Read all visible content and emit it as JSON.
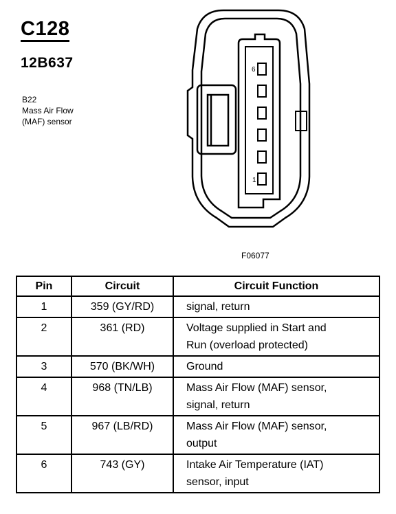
{
  "header": {
    "connector_id": "C128",
    "part_number": "12B637",
    "description_lines": [
      "B22",
      "Mass Air Flow",
      "(MAF) sensor"
    ]
  },
  "diagram": {
    "pin_number_top": "6",
    "pin_number_bottom": "1",
    "figure_id": "F06077"
  },
  "table": {
    "headers": {
      "pin": "Pin",
      "circuit": "Circuit",
      "function": "Circuit Function"
    },
    "rows": [
      {
        "pin": "1",
        "circuit": "359 (GY/RD)",
        "function_lines": [
          "signal, return"
        ]
      },
      {
        "pin": "2",
        "circuit": "361 (RD)",
        "function_lines": [
          "Voltage supplied in Start and",
          "Run (overload protected)"
        ]
      },
      {
        "pin": "3",
        "circuit": "570 (BK/WH)",
        "function_lines": [
          "Ground"
        ]
      },
      {
        "pin": "4",
        "circuit": "968 (TN/LB)",
        "function_lines": [
          "Mass Air Flow (MAF) sensor,",
          "signal, return"
        ]
      },
      {
        "pin": "5",
        "circuit": "967 (LB/RD)",
        "function_lines": [
          "Mass Air Flow (MAF) sensor,",
          "output"
        ]
      },
      {
        "pin": "6",
        "circuit": "743 (GY)",
        "function_lines": [
          "Intake Air Temperature (IAT)",
          "sensor, input"
        ]
      }
    ]
  }
}
